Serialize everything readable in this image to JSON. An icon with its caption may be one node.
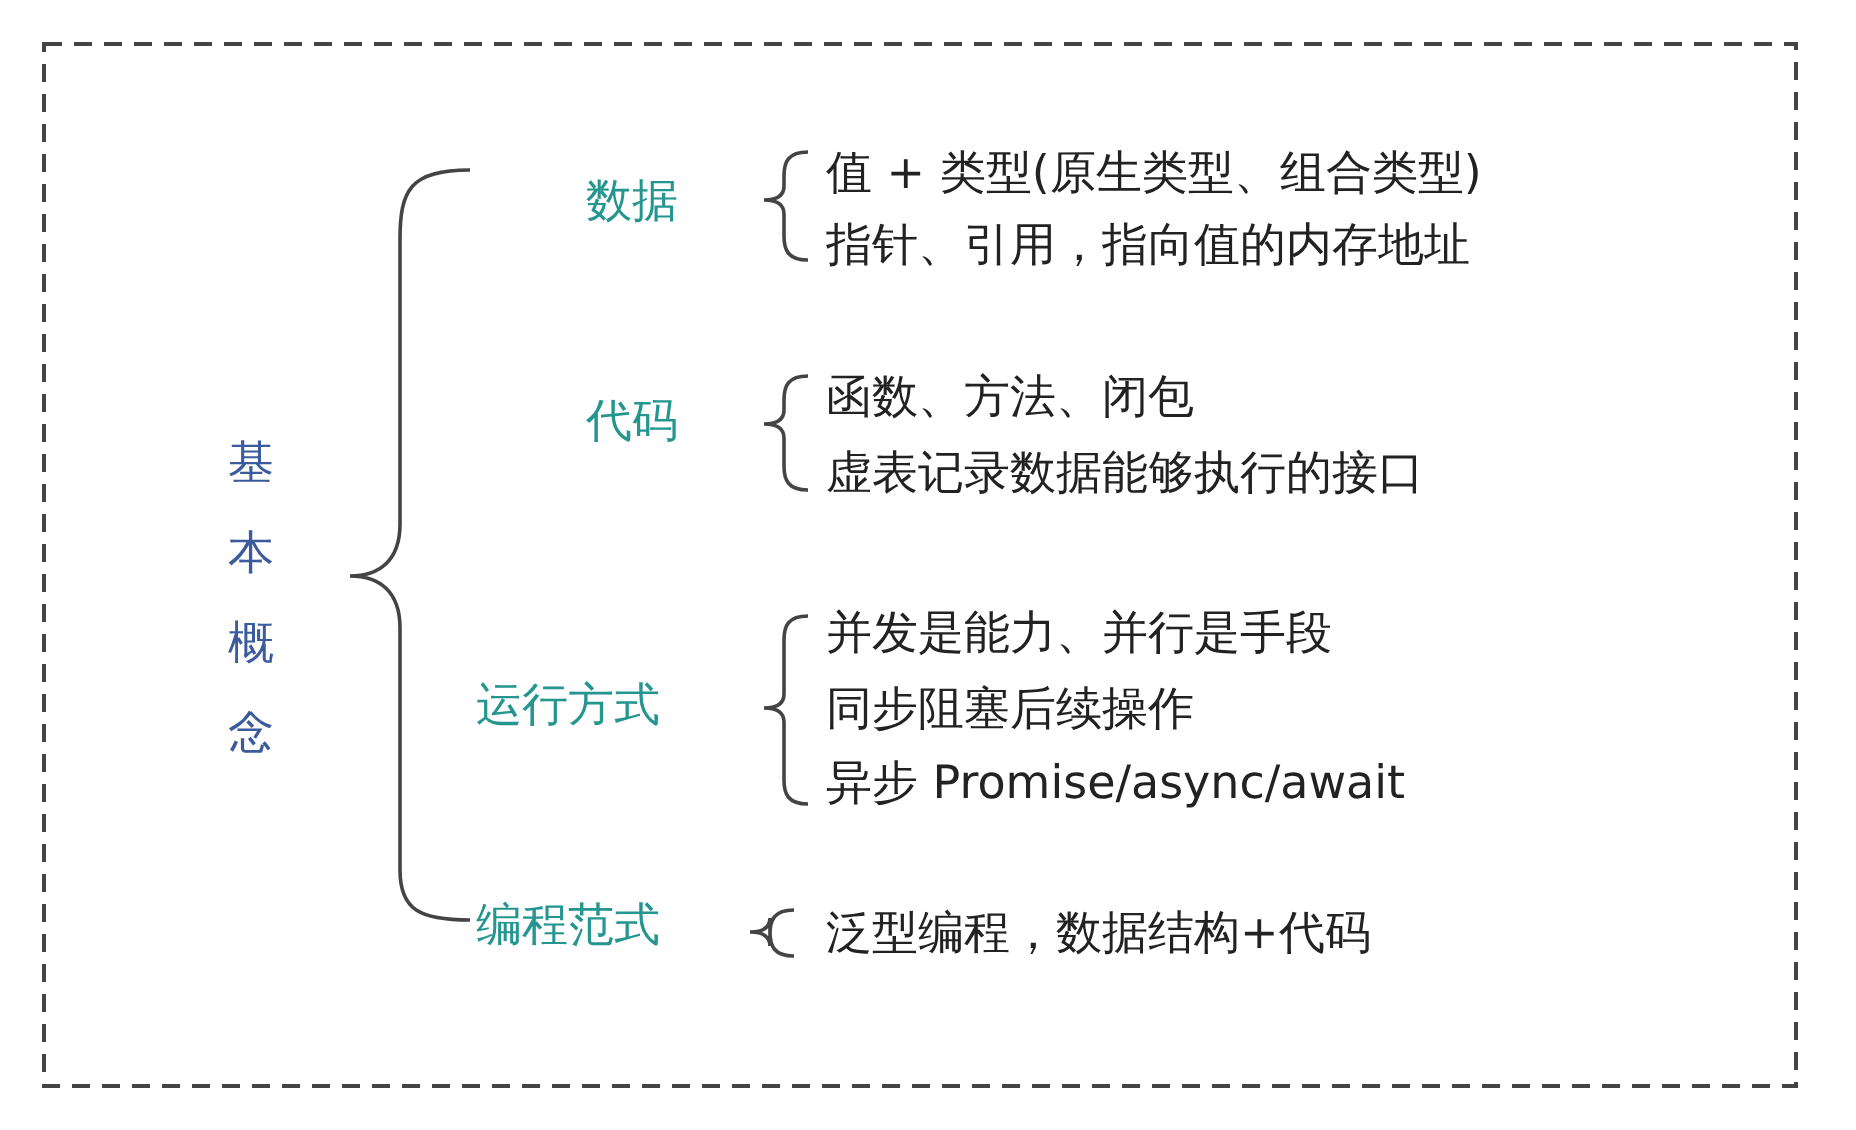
{
  "diagram": {
    "labels": [
      "基本概念",
      "数据",
      "值 + 类型(原生类型、组合类型)",
      "指针、引用，指向值的内存地址",
      "代码",
      "函数、方法、闭包",
      "虚表记录数据能够执行的接口",
      "运行方式",
      "并发是能力、并行是手段",
      "同步阻塞后续操作",
      "异步 Promise/async/await",
      "编程范式",
      "泛型编程，数据结构+代码"
    ]
  }
}
